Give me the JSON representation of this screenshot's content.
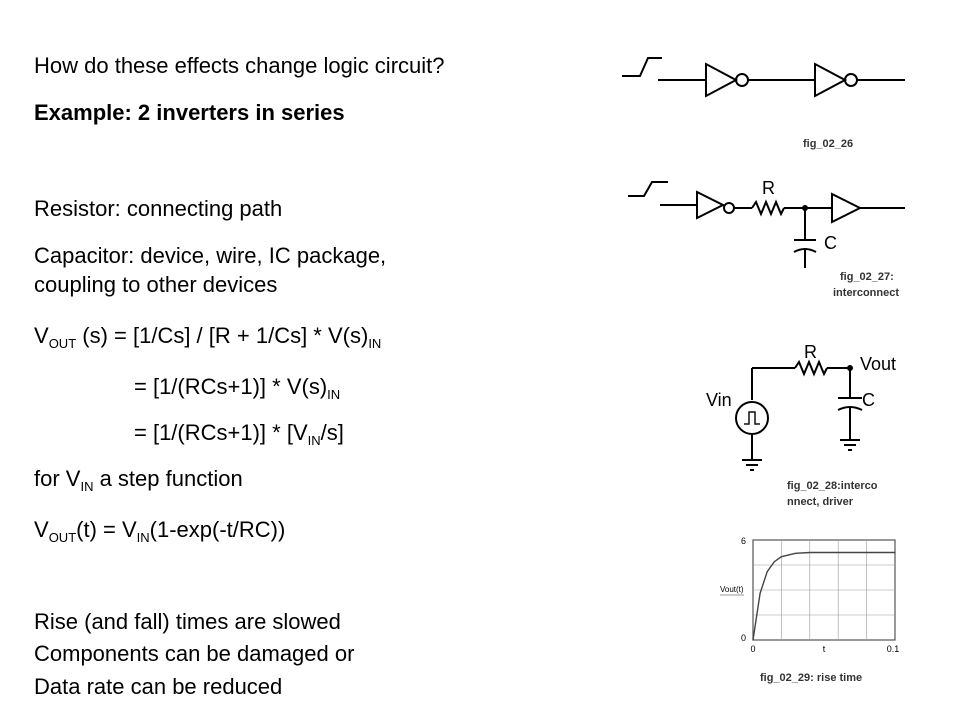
{
  "slide": {
    "question": "How do these effects change logic circuit?",
    "example": "Example: 2 inverters in series",
    "resistor_line": "Resistor: connecting path",
    "capacitor_line1": "Capacitor: device, wire, IC package,",
    "capacitor_line2": "coupling to other devices",
    "eq1": {
      "v": "V",
      "out": "OUT",
      "mid": " (s) = [1/Cs] / [R + 1/Cs] * V(s)",
      "in": "IN"
    },
    "eq2": {
      "mid": "= [1/(RCs+1)] * V(s)",
      "in": "IN"
    },
    "eq3": {
      "pre": "= [1/(RCs+1)] * [V",
      "in": "IN",
      "post": "/s]"
    },
    "step": {
      "pre": "for V",
      "in": "IN",
      "post": " a step function"
    },
    "vt": {
      "v": "V",
      "out": "OUT",
      "mid": "(t) = V",
      "in": "IN",
      "post": "(1-exp(-t/RC))"
    },
    "rise": "Rise (and fall) times are slowed",
    "damage": "Components can be damaged or",
    "rate": "Data rate can be reduced"
  },
  "figures": {
    "fig26_caption": "fig_02_26",
    "fig27_caption_1": "fig_02_27:",
    "fig27_caption_2": "interconnect",
    "fig27_R": "R",
    "fig27_C": "C",
    "fig28_caption_1": "fig_02_28:interco",
    "fig28_caption_2": "nnect, driver",
    "fig28_R": "R",
    "fig28_C": "C",
    "fig28_vout": "Vout",
    "fig28_vin": "Vin",
    "fig29_caption": "fig_02_29: rise time",
    "fig29_ylabel": "Vout(t)"
  },
  "chart_data": {
    "type": "line",
    "title": "",
    "xlabel": "",
    "ylabel": "Vout(t)",
    "x_ticks": [
      "0",
      "t",
      "0.1"
    ],
    "y_ticks": [
      "6",
      "0"
    ],
    "xlim": [
      0,
      0.1
    ],
    "ylim": [
      0,
      6
    ],
    "grid": true,
    "series": [
      {
        "x": [
          0,
          0.005,
          0.01,
          0.015,
          0.02,
          0.03,
          0.04,
          0.06,
          0.08,
          0.1
        ],
        "y": [
          0,
          2.8,
          4.1,
          4.7,
          5.0,
          5.2,
          5.25,
          5.25,
          5.25,
          5.25
        ]
      }
    ]
  }
}
